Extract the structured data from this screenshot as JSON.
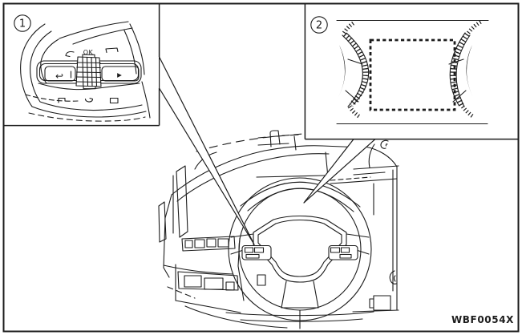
{
  "figure": {
    "code": "WBF0054X"
  },
  "callout_1": {
    "number": "1",
    "ok_label": "OK",
    "back_icon_glyph": "↩",
    "forward_icon_glyph": "▶"
  },
  "callout_2": {
    "number": "2"
  },
  "colors": {
    "line": "#1c1c1c",
    "background": "#ffffff"
  }
}
